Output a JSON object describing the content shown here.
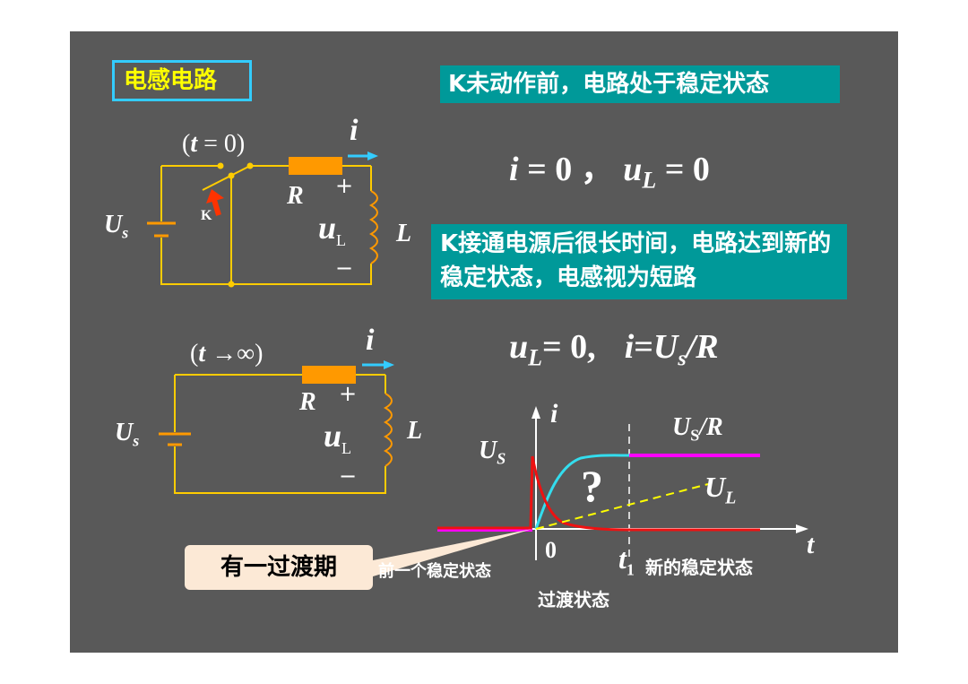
{
  "slide": {
    "title": "电感电路",
    "note1": "K未动作前，电路处于稳定状态",
    "note2": "K接通电源后很长时间，电路达到新的稳定状态，电感视为短路",
    "eq1": {
      "i_var": "i",
      "i_val": " = 0 ， ",
      "u_var": "u",
      "u_sub": "L",
      "u_val": " = 0"
    },
    "eq2": {
      "u_var": "u",
      "u_sub": "L",
      "u_val": "= 0,",
      "i_var": "i",
      "eq": "=",
      "us": "U",
      "us_sub": "s",
      "div": "/R"
    },
    "transition_label": "有一过渡期",
    "colors": {
      "background": "#595959",
      "wire": "#ffcc00",
      "resistor": "#ff9900",
      "current_arrow": "#33ccff",
      "switch_arrow": "#ff3300",
      "curve_current": "#33ddee",
      "curve_voltage": "#ee1111",
      "final_current": "#ff00ff",
      "ul_line": "#ffff00"
    }
  },
  "circuit1": {
    "time_open": "(",
    "time_var": "t",
    "time_rest": " = 0)",
    "i_label": "i",
    "R_label": "R",
    "plus": "+",
    "minus": "−",
    "uL_var": "u",
    "uL_sub": "L",
    "L_label": "L",
    "K_label": "K",
    "Us_var": "U",
    "Us_sub": "s"
  },
  "circuit2": {
    "time_open": "(",
    "time_var": "t",
    "time_rest": " →∞)",
    "i_label": "i",
    "R_label": "R",
    "plus": "+",
    "minus": "−",
    "uL_var": "u",
    "uL_sub": "L",
    "L_label": "L",
    "Us_var": "U",
    "Us_sub": "s"
  },
  "graph": {
    "y_axis": "i",
    "x_axis": "t",
    "origin": "0",
    "t1_var": "t",
    "t1_sub": "1",
    "us_label_var": "U",
    "us_label_sub": "S",
    "usr_label_main": "U",
    "usr_label_sub": "S",
    "usr_label_rest": "/R",
    "ul_label_var": "U",
    "ul_label_sub": "L",
    "question": "?",
    "prev_state": "前一个稳定状态",
    "new_state": "新的稳定状态",
    "transient": "过渡状态"
  }
}
